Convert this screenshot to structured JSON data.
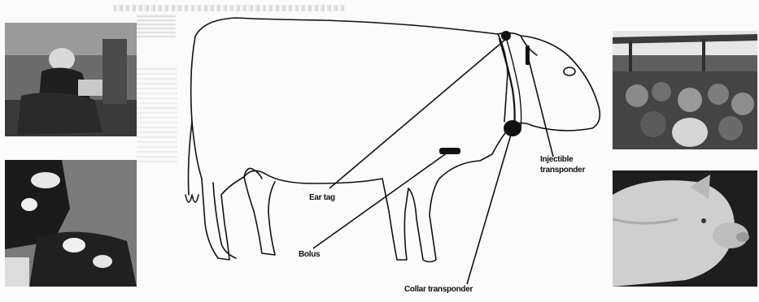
{
  "labels": {
    "ear_tag": "Ear tag",
    "bolus": "Bolus",
    "collar_transponder": "Collar transponder",
    "injectible_line1": "Injectible",
    "injectible_line2": "transponder"
  },
  "colors": {
    "ink": "#111111",
    "background": "#fbfbfb"
  }
}
